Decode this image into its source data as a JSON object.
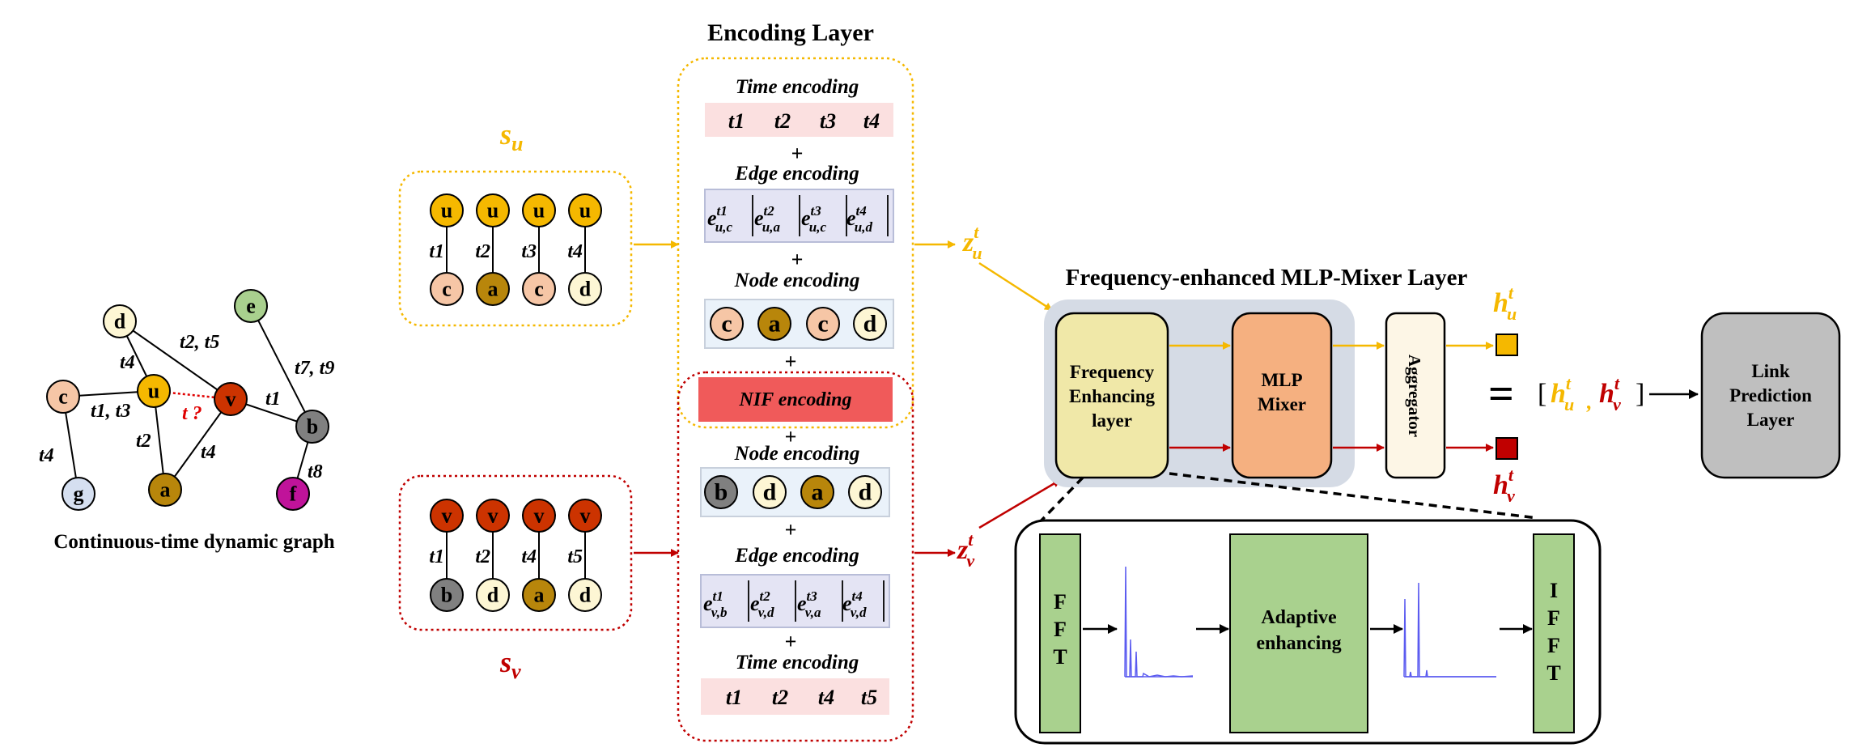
{
  "graph": {
    "caption": "Continuous-time dynamic graph",
    "nodes": [
      {
        "id": "d",
        "label": "d"
      },
      {
        "id": "e",
        "label": "e"
      },
      {
        "id": "c",
        "label": "c"
      },
      {
        "id": "u",
        "label": "u"
      },
      {
        "id": "v",
        "label": "v"
      },
      {
        "id": "b",
        "label": "b"
      },
      {
        "id": "g",
        "label": "g"
      },
      {
        "id": "a",
        "label": "a"
      },
      {
        "id": "f",
        "label": "f"
      }
    ],
    "edge_labels": {
      "du": "t4",
      "dv": "t2, t5",
      "eb": "t7, t9",
      "cu": "t1, t3",
      "uv": "t ?",
      "vb": "t1",
      "cg": "t4",
      "ua": "t2",
      "va": "t4",
      "bf": "t8"
    }
  },
  "su": {
    "label": "s",
    "sub": "u",
    "top": [
      "u",
      "u",
      "u",
      "u"
    ],
    "times": [
      "t1",
      "t2",
      "t3",
      "t4"
    ],
    "bottom": [
      "c",
      "a",
      "c",
      "d"
    ]
  },
  "sv": {
    "label": "s",
    "sub": "v",
    "top": [
      "v",
      "v",
      "v",
      "v"
    ],
    "times": [
      "t1",
      "t2",
      "t4",
      "t5"
    ],
    "bottom": [
      "b",
      "d",
      "a",
      "d"
    ]
  },
  "encoding": {
    "title": "Encoding Layer",
    "u_time_title": "Time encoding",
    "u_times": [
      "t1",
      "t2",
      "t3",
      "t4"
    ],
    "u_edge_title": "Edge encoding",
    "u_edges": [
      {
        "sup": "t1",
        "sub": "u,c"
      },
      {
        "sup": "t2",
        "sub": "u,a"
      },
      {
        "sup": "t3",
        "sub": "u,c"
      },
      {
        "sup": "t4",
        "sub": "u,d"
      }
    ],
    "u_node_title": "Node encoding",
    "u_nodes": [
      "c",
      "a",
      "c",
      "d"
    ],
    "nif_title": "NIF encoding",
    "v_node_title": "Node encoding",
    "v_nodes": [
      "b",
      "d",
      "a",
      "d"
    ],
    "v_edge_title": "Edge encoding",
    "v_edges": [
      {
        "sup": "t1",
        "sub": "v,b"
      },
      {
        "sup": "t2",
        "sub": "v,d"
      },
      {
        "sup": "t3",
        "sub": "v,a"
      },
      {
        "sup": "t4",
        "sub": "v,d"
      }
    ],
    "v_time_title": "Time encoding",
    "v_times": [
      "t1",
      "t2",
      "t4",
      "t5"
    ],
    "plus": "+",
    "e": "e"
  },
  "z": {
    "letter": "z",
    "sup": "t",
    "u_sub": "u",
    "v_sub": "v"
  },
  "mixer": {
    "title": "Frequency-enhanced MLP-Mixer Layer",
    "freq_lines": [
      "Frequency",
      "Enhancing",
      "layer"
    ],
    "mlp_lines": [
      "MLP",
      "Mixer"
    ],
    "aggregator": "Aggregator"
  },
  "h": {
    "letter": "h",
    "sup": "t",
    "u_sub": "u",
    "v_sub": "v",
    "equals": "=",
    "open": "[",
    "comma": ",",
    "close": "]"
  },
  "link": {
    "lines": [
      "Link",
      "Prediction",
      "Layer"
    ]
  },
  "detail": {
    "fft": [
      "F",
      "F",
      "T"
    ],
    "adaptive": [
      "Adaptive",
      "enhancing"
    ],
    "ifft": [
      "I",
      "F",
      "F",
      "T"
    ]
  },
  "colors": {
    "gold": "#f5b800",
    "darkred": "#c00000",
    "peach": "#f6c6a6",
    "olive": "#b8860b",
    "cream": "#fdf6d4",
    "green_node": "#a9d08e",
    "grey_node": "#808080",
    "magenta": "#c0139a",
    "lightblue": "#d5dff0",
    "vred": "#cc3300",
    "pink_bg": "#fbe0e0",
    "lavender": "#e4e4f4",
    "nif": "#f05a5a",
    "freq_yellow": "#f0e8a8",
    "mlp_orange": "#f5b080",
    "mixer_bg": "#d5dbe5",
    "green_block": "#a9d18e",
    "link_grey": "#bfbfbf"
  }
}
